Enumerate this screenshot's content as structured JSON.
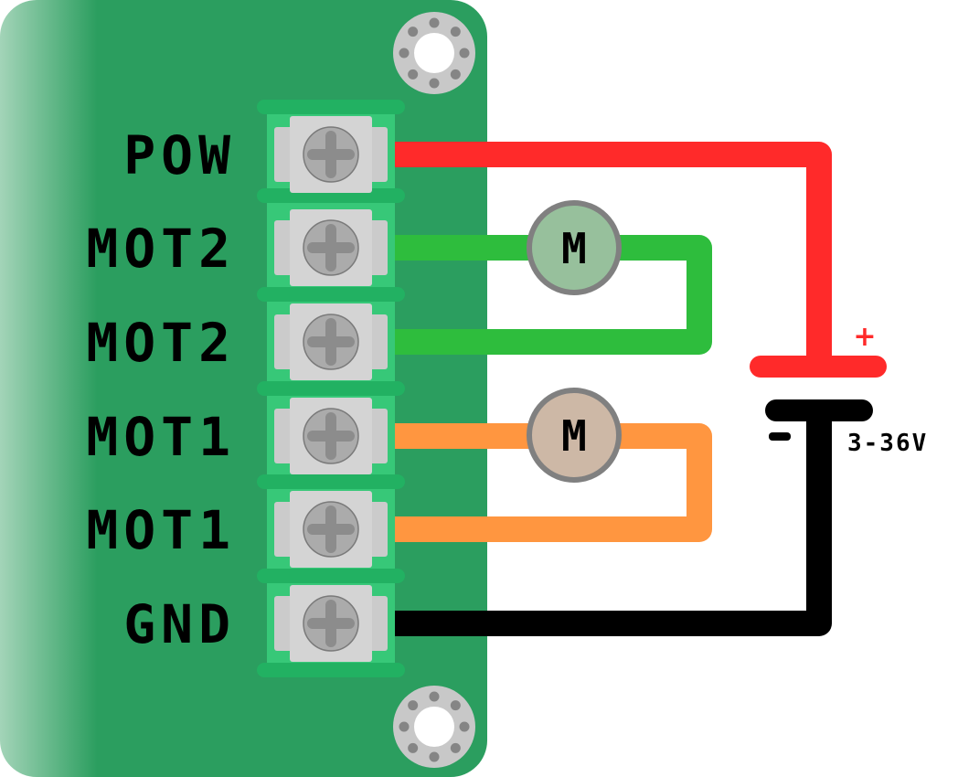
{
  "title": "Motor driver wiring diagram",
  "colors": {
    "board": "#2b9e5f",
    "board_edge_light": "#a3d4b8",
    "terminal_body": "#37c878",
    "terminal_rib": "#22b162",
    "screw_housing": "#d4d4d4",
    "screw_head": "#ababab",
    "screw_cross": "#8c8c8c",
    "screw_rim": "#7a7a7a",
    "mount_ring": "#c8c8c8",
    "mount_dots": "#858585",
    "wire_power": "#ff2a2a",
    "wire_motor2": "#2ebd3d",
    "wire_motor1": "#ff9640",
    "wire_ground": "#000000",
    "motor2_fill": "#97c09c",
    "motor1_fill": "#cdb8a6",
    "motor_rim": "#808080"
  },
  "pins": [
    {
      "label": "POW",
      "wire": "power"
    },
    {
      "label": "MOT2",
      "wire": "motor2"
    },
    {
      "label": "MOT2",
      "wire": "motor2"
    },
    {
      "label": "MOT1",
      "wire": "motor1"
    },
    {
      "label": "MOT1",
      "wire": "motor1"
    },
    {
      "label": "GND",
      "wire": "ground"
    }
  ],
  "motors": [
    {
      "name": "motor-2",
      "label": "M",
      "connected_pins": [
        "MOT2",
        "MOT2"
      ]
    },
    {
      "name": "motor-1",
      "label": "M",
      "connected_pins": [
        "MOT1",
        "MOT1"
      ]
    }
  ],
  "battery": {
    "positive_label": "+",
    "negative_label": "-",
    "voltage_label": "3-36V"
  }
}
